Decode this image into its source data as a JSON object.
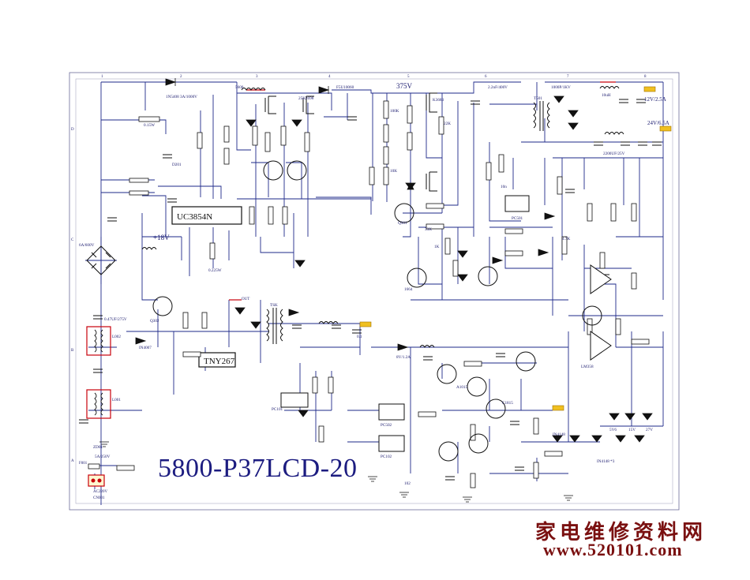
{
  "title": "5800-P37LCD-20",
  "watermark": {
    "text_cn": "家电维修资料网",
    "url": "www.520101.com"
  },
  "ic_labels": {
    "pfc_controller": "UC3854N",
    "standby_switcher": "TNY267"
  },
  "outputs": {
    "rail_12v": "12V/2.5A",
    "rail_24v": "24V/6.5A",
    "pfc_voltage": "375V",
    "aux_18v": "+18V",
    "out_label": "OUT"
  },
  "connectors": {
    "fuse": "F001",
    "mains": "AC220V",
    "mains_socket": "CN001"
  },
  "components": [
    "1N5408 3A/1000V",
    "0.15W",
    "5600",
    "25K2698",
    "F5U10060",
    "D201",
    "K3683",
    "T501",
    "2.2nF/400V",
    "1000P/1KV",
    "10uH",
    "2200UF/25V",
    "4.7K",
    "22K",
    "1K",
    "10K",
    "100K",
    "33K",
    "10n",
    "PC501",
    "C1815",
    "A1015",
    "Q301",
    "Q302",
    "TSK",
    "PC101",
    "PC502",
    "PC102",
    "6A/600V",
    "0.47UF/275V",
    "L002",
    "L001",
    "5A/250V",
    "ZD01",
    "0.1",
    "102",
    "1664",
    "IN4148 *3",
    "IN4007",
    "8V/1.2A",
    "5V6",
    "15V",
    "27V",
    "IN4148",
    "LM358",
    "0.225W"
  ],
  "grid": {
    "cols": [
      "1",
      "2",
      "3",
      "4",
      "5",
      "6",
      "7",
      "8"
    ],
    "rows": [
      "D",
      "C",
      "B",
      "A"
    ]
  },
  "colors": {
    "wire": "#1e2a8a",
    "text": "#1a1a6e",
    "component": "#111111",
    "accent": "#c8000a",
    "watermark": "#7a1010"
  }
}
